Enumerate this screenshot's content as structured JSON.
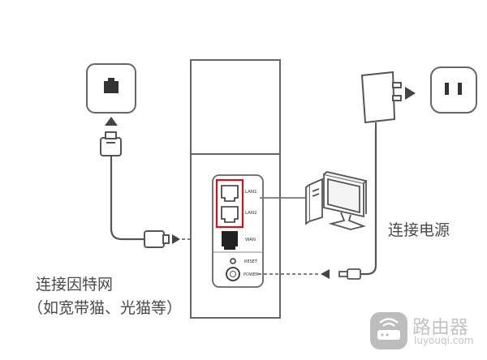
{
  "router": {
    "ports": {
      "lan1": "LAN1",
      "lan2": "LAN2",
      "wan": "WAN",
      "reset": "RESET",
      "power": "POWER"
    }
  },
  "captions": {
    "internet": "连接因特网",
    "internet_sub": "（如宽带猫、光猫等）",
    "power": "连接电源"
  },
  "watermark": {
    "name": "路由器",
    "url": "luyouqi.com"
  },
  "colors": {
    "line": "#555555",
    "highlight": "#d0131b",
    "text": "#4a4a4a"
  }
}
